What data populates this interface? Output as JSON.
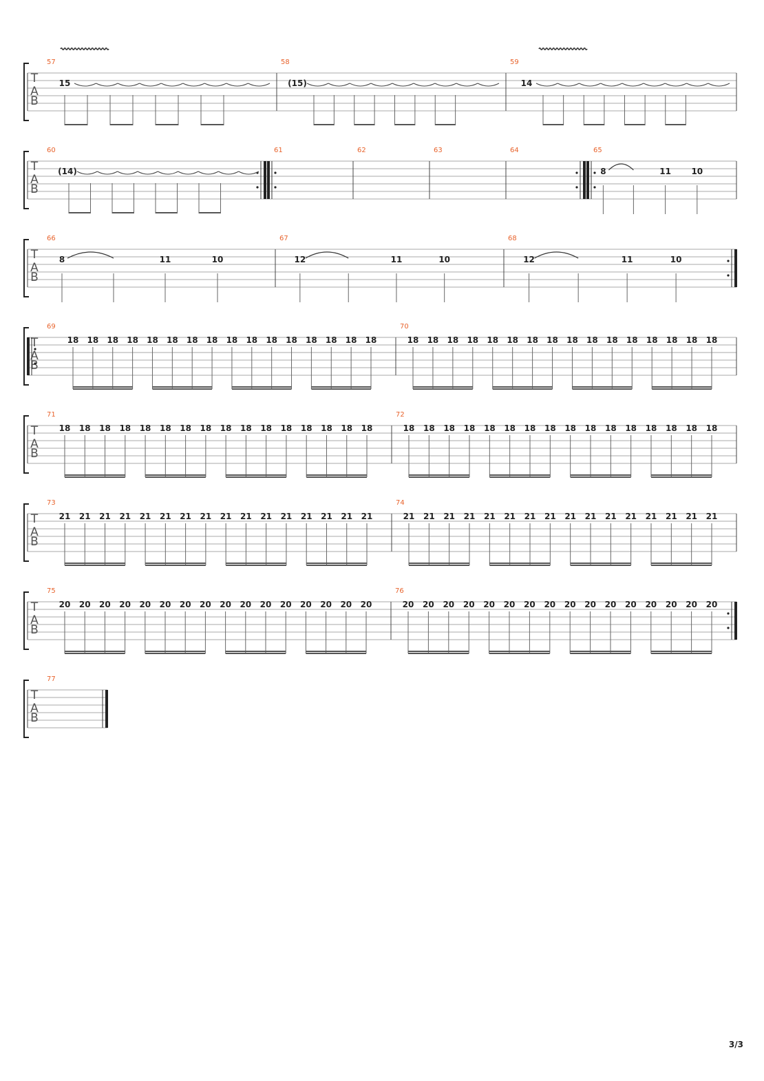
{
  "document": {
    "type": "guitar-tablature",
    "page_label": "3/3",
    "clef_letters": [
      "T",
      "A",
      "B"
    ],
    "systems": [
      {
        "measures": [
          {
            "number": "57",
            "notes": [
              "15"
            ],
            "vibrato": true
          },
          {
            "number": "58",
            "notes": [
              "(15)"
            ]
          },
          {
            "number": "59",
            "notes": [
              "14"
            ],
            "vibrato": true
          }
        ]
      },
      {
        "measures": [
          {
            "number": "60",
            "notes": [
              "(14)"
            ],
            "barline_end": "repeat-end"
          },
          {
            "number": "61",
            "notes": [],
            "barline_start": "repeat-start"
          },
          {
            "number": "62",
            "notes": []
          },
          {
            "number": "63",
            "notes": []
          },
          {
            "number": "64",
            "notes": [],
            "barline_end": "repeat-end"
          },
          {
            "number": "65",
            "notes": [
              "8",
              "11",
              "10"
            ],
            "barline_start": "repeat-start"
          }
        ]
      },
      {
        "measures": [
          {
            "number": "66",
            "notes": [
              "8",
              "11",
              "10"
            ]
          },
          {
            "number": "67",
            "notes": [
              "12",
              "11",
              "10"
            ]
          },
          {
            "number": "68",
            "notes": [
              "12",
              "11",
              "10"
            ],
            "barline_end": "repeat-end"
          }
        ]
      },
      {
        "measures": [
          {
            "number": "69",
            "fret": "18",
            "count": 16,
            "barline_start": "repeat-start"
          },
          {
            "number": "70",
            "fret": "18",
            "count": 16
          }
        ]
      },
      {
        "measures": [
          {
            "number": "71",
            "fret": "18",
            "count": 16
          },
          {
            "number": "72",
            "fret": "18",
            "count": 16
          }
        ]
      },
      {
        "measures": [
          {
            "number": "73",
            "fret": "21",
            "count": 16
          },
          {
            "number": "74",
            "fret": "21",
            "count": 16
          }
        ]
      },
      {
        "measures": [
          {
            "number": "75",
            "fret": "20",
            "count": 16
          },
          {
            "number": "76",
            "fret": "20",
            "count": 16,
            "barline_end": "repeat-end"
          }
        ]
      },
      {
        "measures": [
          {
            "number": "77",
            "notes": [],
            "barline_end": "final"
          }
        ]
      }
    ]
  }
}
